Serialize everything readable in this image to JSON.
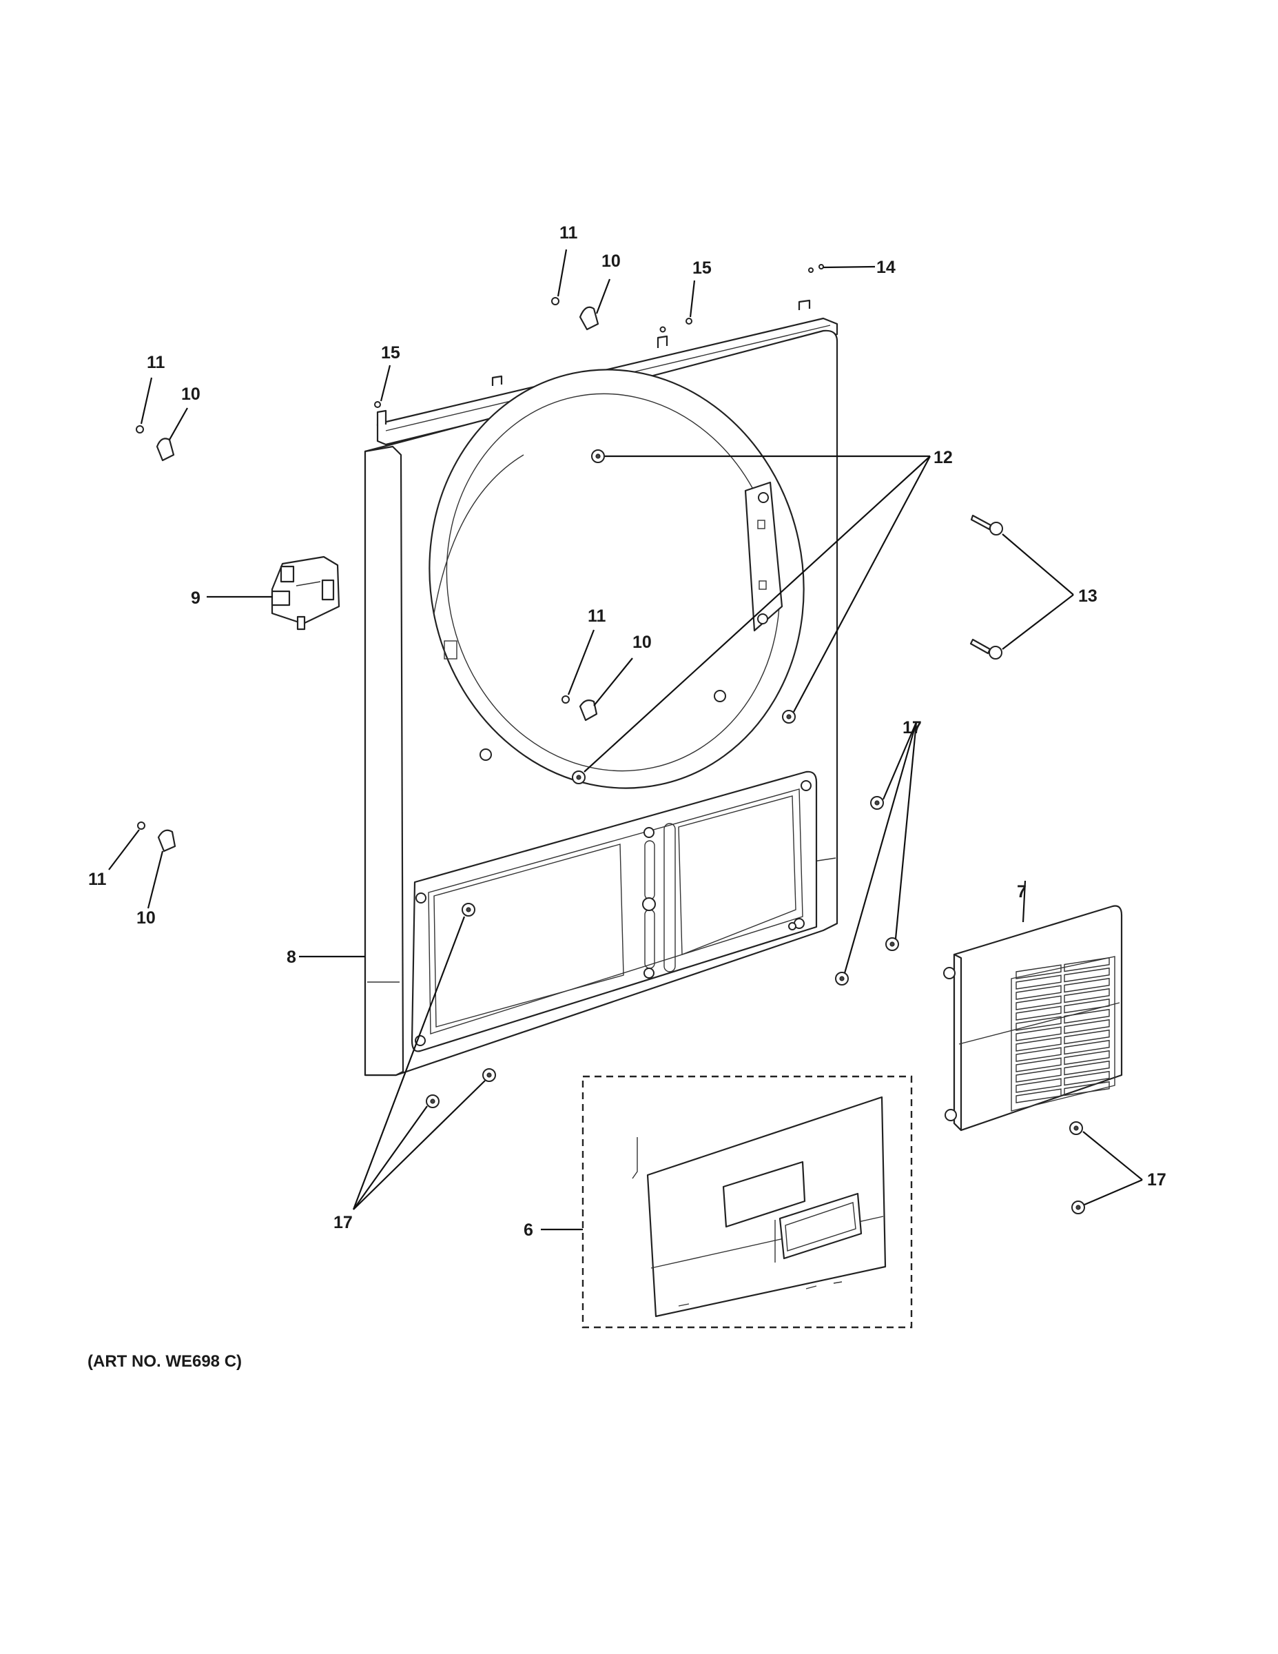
{
  "callouts": {
    "c11_top": "11",
    "c10_top": "10",
    "c15_top": "15",
    "c14": "14",
    "c15_left": "15",
    "c11_left_top": "11",
    "c10_left_top": "10",
    "c12": "12",
    "c13": "13",
    "c9": "9",
    "c11_mid": "11",
    "c10_mid": "10",
    "c17_right_top": "17",
    "c11_left_bot": "11",
    "c10_left_bot": "10",
    "c7": "7",
    "c8": "8",
    "c17_bottom_left": "17",
    "c17_right_bot": "17",
    "c6": "6"
  },
  "art_number": "(ART NO. WE698 C)"
}
